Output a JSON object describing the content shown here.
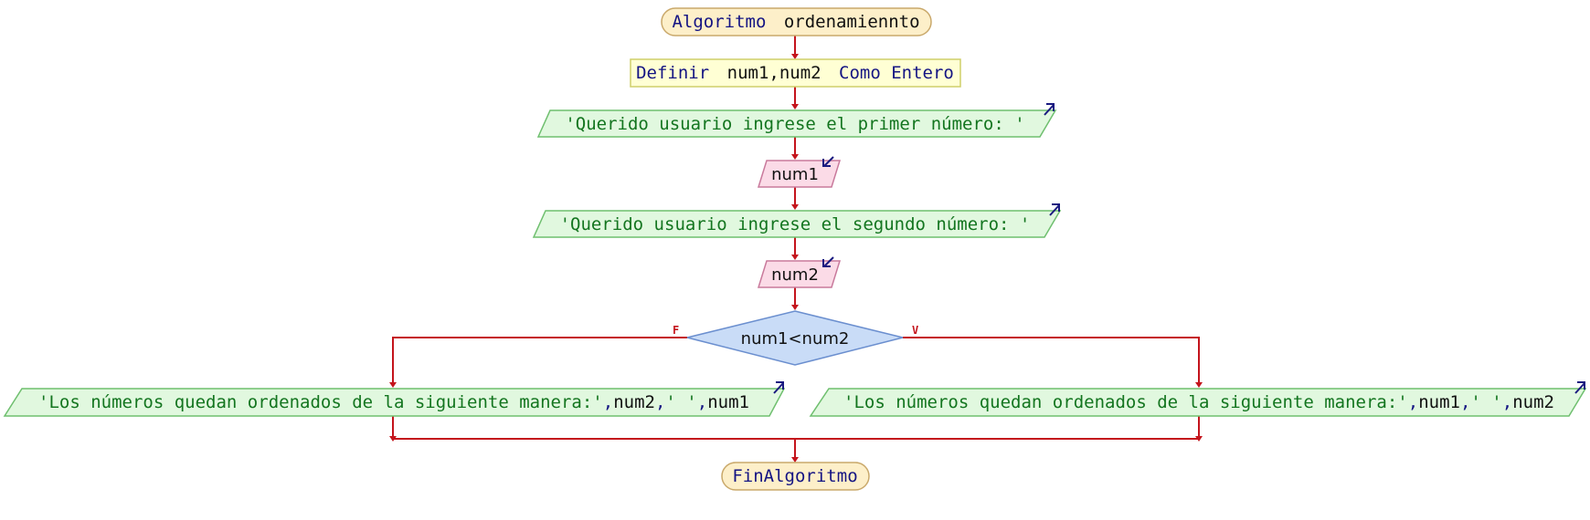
{
  "colors": {
    "edge": "#c4141c",
    "terminal_fill": "#fdefc9",
    "terminal_stroke": "#c9a86a",
    "process_fill": "#ffffd4",
    "process_stroke": "#cfcf6a",
    "output_fill": "#e1f8df",
    "output_stroke": "#6fbf6f",
    "input_fill": "#fbdbe7",
    "input_stroke": "#c97a9c",
    "decision_fill": "#c9dcf7",
    "decision_stroke": "#6b8fcf",
    "keyword_text": "#141483",
    "string_text": "#13751f",
    "variable_text": "#111111"
  },
  "diagram": {
    "start": {
      "keyword": "Algoritmo",
      "name": "ordenamiennto"
    },
    "define": {
      "keyword1": "Definir",
      "vars": "num1,num2",
      "keyword2": "Como Entero"
    },
    "prompt1": {
      "text": "'Querido usuario ingrese el primer número: '",
      "icon": "output-arrow-icon"
    },
    "read1": {
      "text": "num1",
      "icon": "input-arrow-icon"
    },
    "prompt2": {
      "text": "'Querido usuario ingrese el segundo número: '",
      "icon": "output-arrow-icon"
    },
    "read2": {
      "text": "num2",
      "icon": "input-arrow-icon"
    },
    "decision": {
      "text": "num1<num2",
      "false_label": "F",
      "true_label": "V"
    },
    "out_false": {
      "str1": "'Los números quedan ordenados de la siguiente manera:'",
      "sep1": ",",
      "var1": "num2",
      "sep2": ",",
      "str2": "' '",
      "sep3": ",",
      "var2": "num1"
    },
    "out_true": {
      "str1": "'Los números quedan ordenados de la siguiente manera:'",
      "sep1": ",",
      "var1": "num1",
      "sep2": ",",
      "str2": "' '",
      "sep3": ",",
      "var2": "num2"
    },
    "end": {
      "keyword": "FinAlgoritmo"
    }
  }
}
